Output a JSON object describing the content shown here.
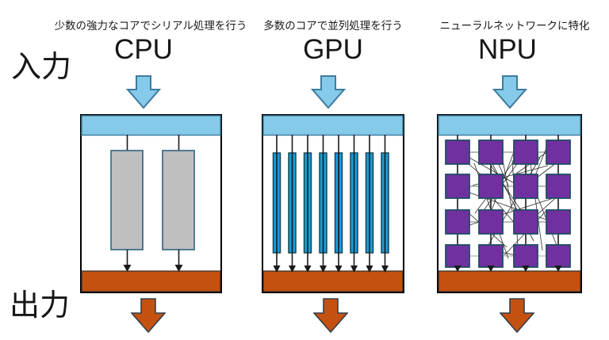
{
  "page": {
    "background": "#ffffff"
  },
  "labels": {
    "input": "入力",
    "output": "出力"
  },
  "columns": [
    {
      "id": "cpu",
      "caption": "少数の強力なコアでシリアル処理を行う",
      "title": "CPU",
      "core_count": 2,
      "core_style": "large-gray-serial"
    },
    {
      "id": "gpu",
      "caption": "多数のコアで並列処理を行う",
      "title": "GPU",
      "core_count": 8,
      "core_style": "thin-blue-parallel"
    },
    {
      "id": "npu",
      "caption": "ニューラルネットワークに特化",
      "title": "NPU",
      "core_count": 16,
      "core_style": "purple-neural-grid"
    }
  ],
  "icons": {
    "input_arrow": "arrow-down-icon",
    "output_arrow": "arrow-down-icon"
  },
  "colors": {
    "input_fill": "#85CBE9",
    "input_stroke": "#3E7B9E",
    "output_fill": "#C4510F",
    "output_stroke": "#33404E",
    "cpu_core_fill": "#BFBFBF",
    "cpu_core_stroke": "#41718A",
    "gpu_core_fill": "#189CD8",
    "gpu_core_stroke": "#16465A",
    "npu_core_fill": "#7030A0",
    "npu_core_stroke": "#1F4E63",
    "wire": "#1A1A1A",
    "box_stroke": "#000000",
    "connector": "#8C8C8C",
    "text": "#141414"
  }
}
